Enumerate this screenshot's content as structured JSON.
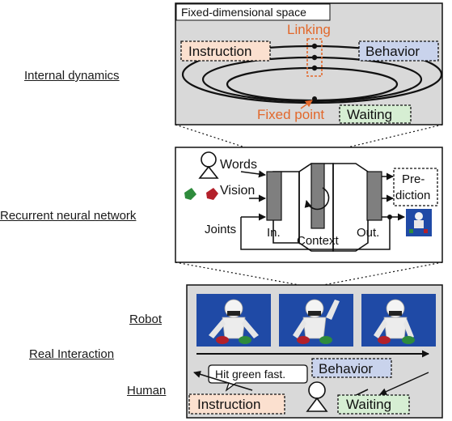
{
  "left_labels": {
    "internal_dynamics": "Internal dynamics",
    "rnn": "Recurrent neural network",
    "robot": "Robot",
    "real_interaction": "Real Interaction",
    "human": "Human"
  },
  "top_panel": {
    "title": "Fixed-dimensional space",
    "instruction": "Instruction",
    "behavior": "Behavior",
    "linking": "Linking",
    "fixed_point": "Fixed point",
    "waiting": "Waiting"
  },
  "middle_panel": {
    "words": "Words",
    "vision": "Vision",
    "joints": "Joints",
    "in_label": "In.",
    "context_label": "Context",
    "out_label": "Out.",
    "prediction_line1": "Pre-",
    "prediction_line2": "diction"
  },
  "bottom_panel": {
    "speech": "Hit green fast.",
    "behavior": "Behavior",
    "instruction": "Instruction",
    "waiting": "Waiting"
  },
  "colors": {
    "panel_gray": "#d9d9d9",
    "orange_text": "#e2682b",
    "instruction_fill": "#fbe0cf",
    "behavior_fill": "#c9d3ec",
    "waiting_fill": "#d6eed3",
    "photo_blue": "#1f4aa6",
    "block_gray": "#7f7f7f"
  }
}
